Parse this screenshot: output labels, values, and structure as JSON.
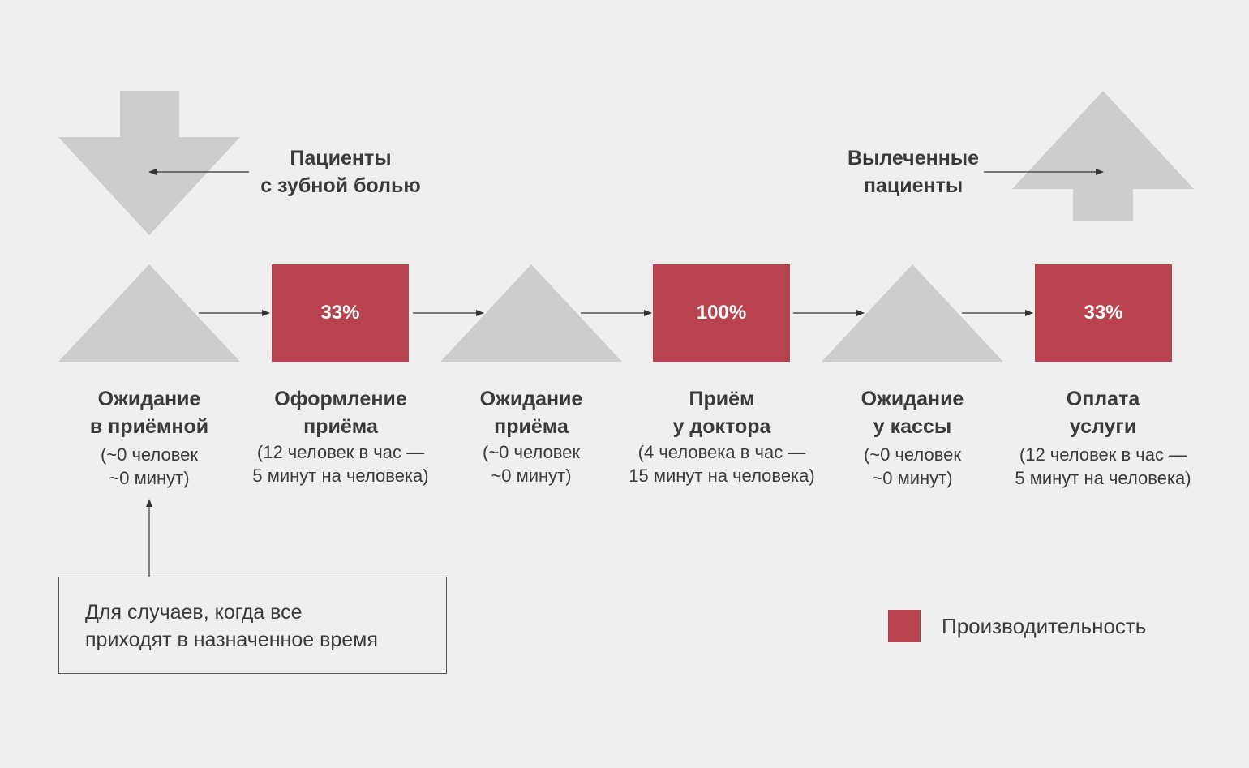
{
  "colors": {
    "background": "#efefef",
    "shape_gray": "#cdcdcd",
    "accent": "#b8434f",
    "text": "#3a3a3a",
    "arrow": "#333333"
  },
  "input_label": {
    "line1": "Пациенты",
    "line2": "с зубной болью"
  },
  "output_label": {
    "line1": "Вылеченные",
    "line2": "пациенты"
  },
  "steps": [
    {
      "kind": "wait",
      "icon": "triangle-icon",
      "title1": "Ожидание",
      "title2": "в приёмной",
      "sub1": "(~0 человек",
      "sub2": "~0 минут)"
    },
    {
      "kind": "process",
      "percent": "33%",
      "title1": "Оформление",
      "title2": "приёма",
      "sub1": "(12 человек в час —",
      "sub2": "5 минут на человека)"
    },
    {
      "kind": "wait",
      "icon": "triangle-icon",
      "title1": "Ожидание",
      "title2": "приёма",
      "sub1": "(~0 человек",
      "sub2": "~0 минут)"
    },
    {
      "kind": "process",
      "percent": "100%",
      "title1": "Приём",
      "title2": "у доктора",
      "sub1": "(4 человека в час —",
      "sub2": "15 минут на человека)"
    },
    {
      "kind": "wait",
      "icon": "triangle-icon",
      "title1": "Ожидание",
      "title2": "у кассы",
      "sub1": "(~0 человек",
      "sub2": "~0 минут)"
    },
    {
      "kind": "process",
      "percent": "33%",
      "title1": "Оплата",
      "title2": "услуги",
      "sub1": "(12 человек в час —",
      "sub2": "5 минут на человека)"
    }
  ],
  "note": {
    "line1": "Для случаев, когда все",
    "line2": "приходят в назначенное время"
  },
  "legend": {
    "label": "Производительность"
  }
}
